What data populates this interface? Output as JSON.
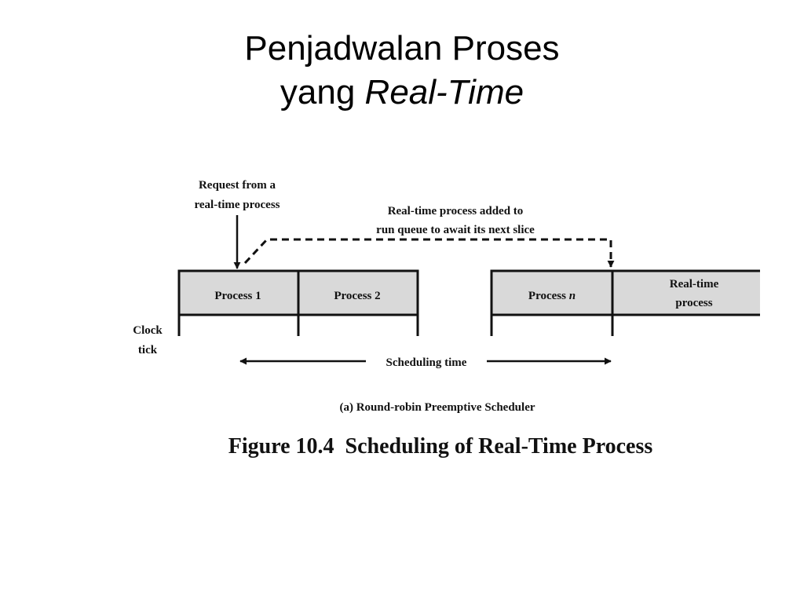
{
  "slide": {
    "title_line1": "Penjadwalan Proses",
    "title_line2_plain": "yang ",
    "title_line2_italic": "Real-Time"
  },
  "diagram": {
    "request_label_line1": "Request from a",
    "request_label_line2": "real-time process",
    "added_label_line1": "Real-time process added to",
    "added_label_line2": "run queue to await its next slice",
    "process1": "Process 1",
    "process2": "Process 2",
    "processn_prefix": "Process ",
    "processn_italic": "n",
    "realtime_line1": "Real-time",
    "realtime_line2": "process",
    "clock_line1": "Clock",
    "clock_line2": "tick",
    "scheduling_time": "Scheduling time",
    "subcaption": "(a) Round-robin Preemptive Scheduler",
    "figure_caption": "Figure 10.4  Scheduling of Real-Time Process",
    "box_fill": "#d9d9d9"
  }
}
